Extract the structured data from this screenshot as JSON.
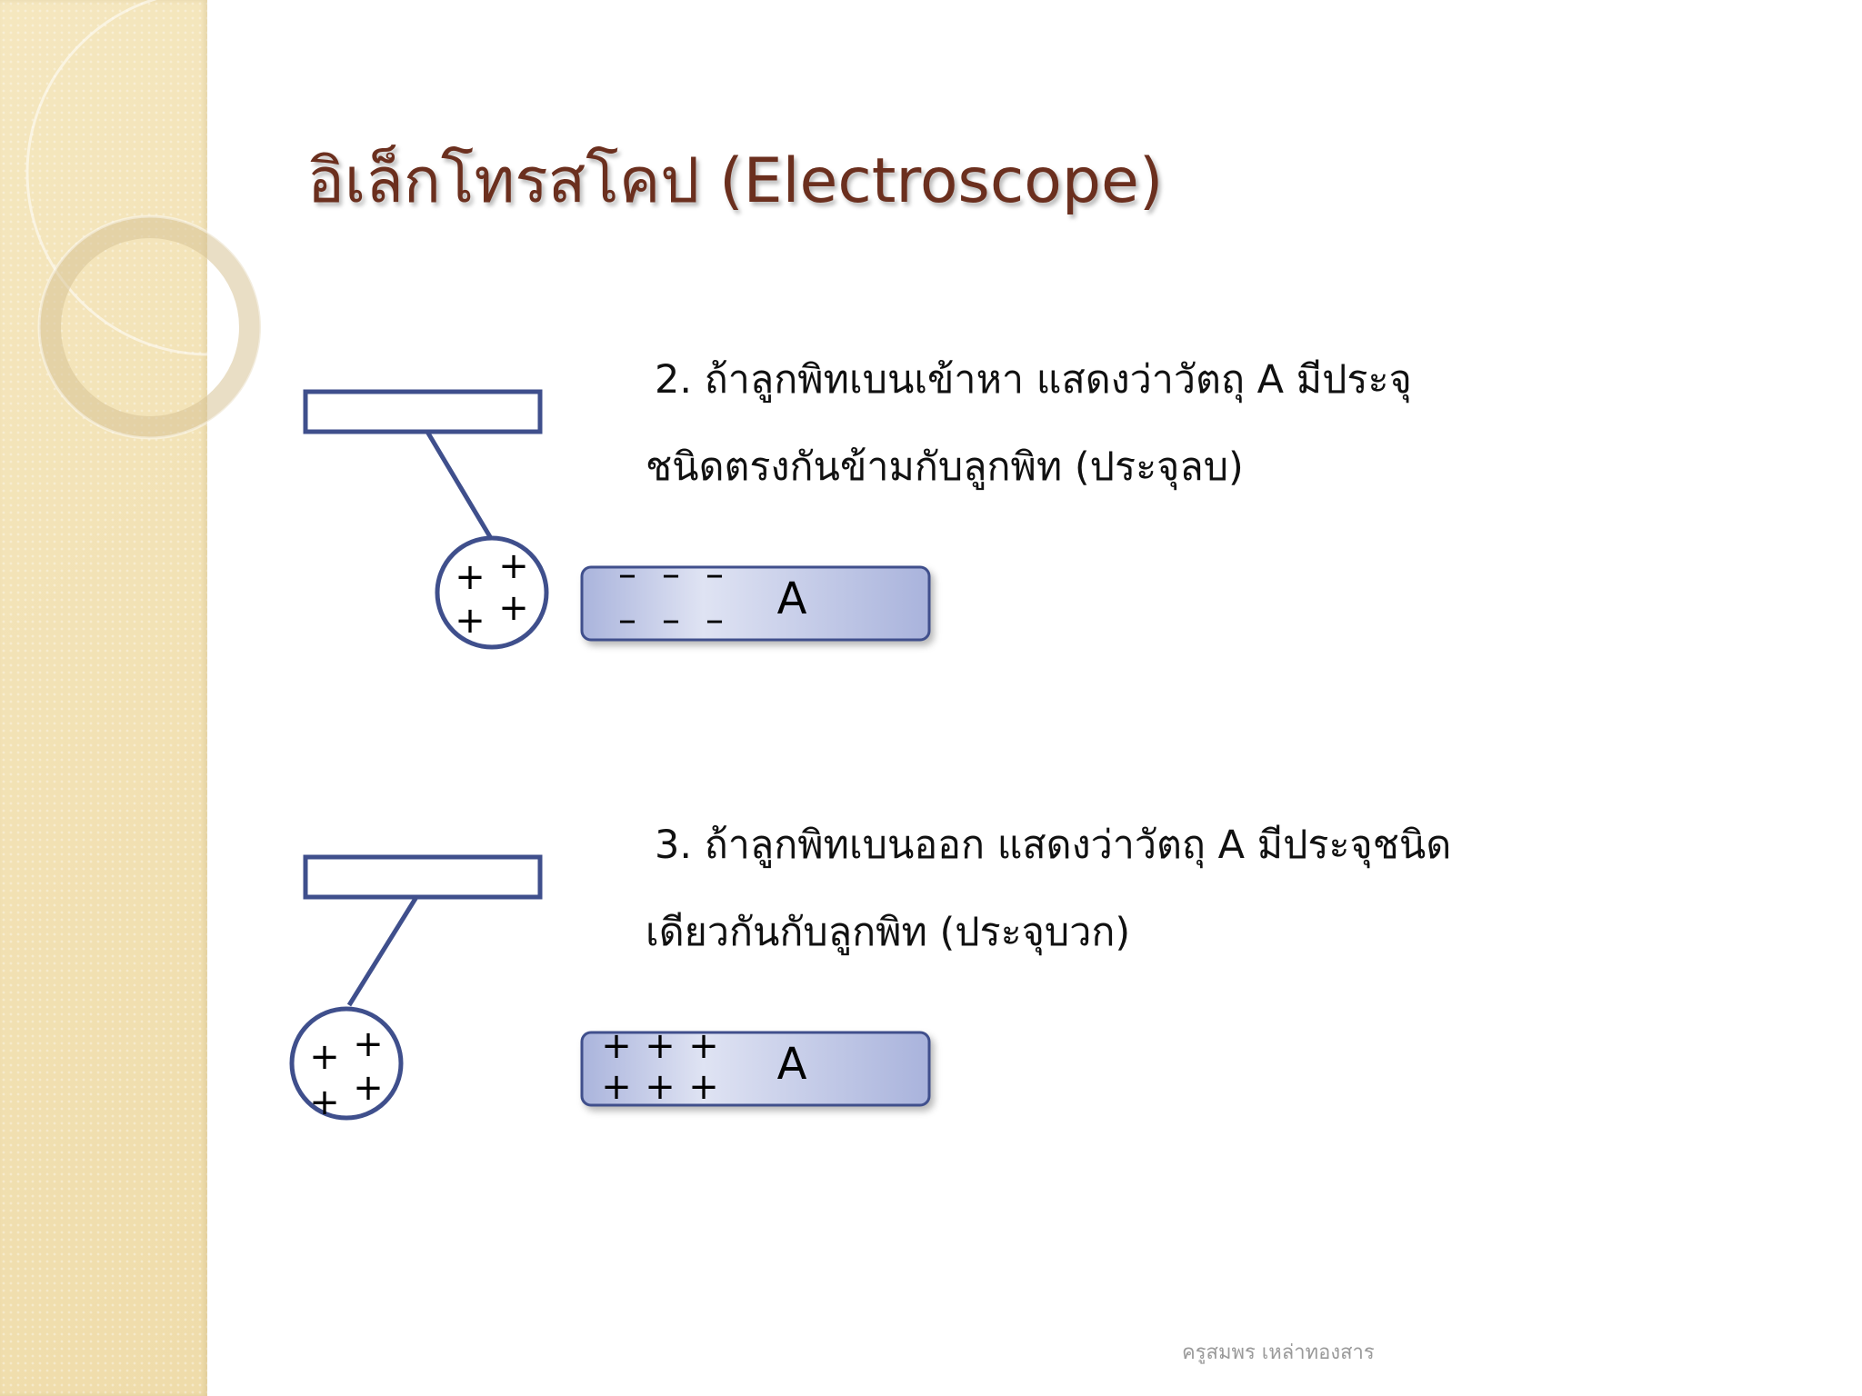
{
  "slide": {
    "title": "อิเล็กโทรสโคป (Electroscope)",
    "items": [
      {
        "line1": "2. ถ้าลูกพิทเบนเข้าหา แสดงว่าวัตถุ A มีประจุ",
        "line2": "ชนิดตรงกันข้ามกับลูกพิท (ประจุลบ)",
        "ball_charge": "+",
        "object_charge": "–",
        "object_label": "A"
      },
      {
        "line1": "3. ถ้าลูกพิทเบนออก แสดงว่าวัตถุ A มีประจุชนิด",
        "line2": "เดียวกันกับลูกพิท (ประจุบวก)",
        "ball_charge": "+",
        "object_charge": "+",
        "object_label": "A"
      }
    ],
    "footer": "ครูสมพร เหล่าทองสาร"
  },
  "colors": {
    "title": "#6b2f1e",
    "diagram_stroke": "#3f4f8c",
    "object_fill": "#aab4dc",
    "side_panel": "#f1e1b4"
  }
}
